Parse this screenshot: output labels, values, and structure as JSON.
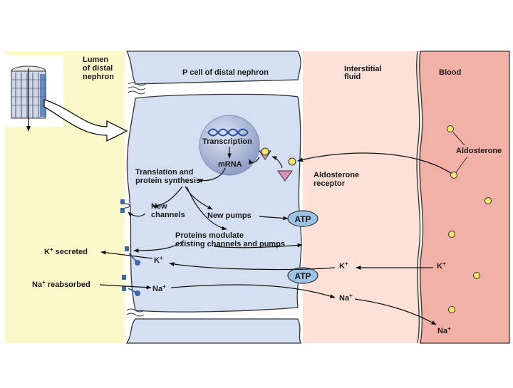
{
  "regions": {
    "lumen": "Lumen\nof distal\nnephron",
    "cell": "P cell of distal nephron",
    "interstitial": "Interstitial\nfluid",
    "blood": "Blood"
  },
  "labels": {
    "transcription": "Transcription",
    "mrna": "mRNA",
    "translation": "Translation and\nprotein synthesis",
    "aldosterone": "Aldosterone",
    "receptor": "Aldosterone\nreceptor",
    "new_channels": "New\nchannels",
    "new_pumps": "New pumps",
    "modulate": "Proteins modulate\nexisting channels and pumps",
    "atp_top": "ATP",
    "atp_bottom": "ATP"
  },
  "ions": {
    "k_secreted": {
      "sym": "K",
      "charge": "+",
      "rest": " secreted"
    },
    "na_reabsorbed": {
      "sym": "Na",
      "charge": "+",
      "rest": " reabsorbed"
    },
    "k_cell": {
      "sym": "K",
      "charge": "+"
    },
    "na_cell": {
      "sym": "Na",
      "charge": "+"
    },
    "k_interstitial": {
      "sym": "K",
      "charge": "+"
    },
    "na_interstitial": {
      "sym": "Na",
      "charge": "+"
    },
    "k_blood": {
      "sym": "K",
      "charge": "+"
    },
    "na_blood": {
      "sym": "Na",
      "charge": "+"
    }
  },
  "colors": {
    "lumen": "#fbf8c9",
    "cell": "#d4e0f2",
    "interstitial": "#fbe1d8",
    "blood": "#f1b0a8",
    "nucleus": "#a9b6d4",
    "molecule": "#f4e66a",
    "receptor": "#d792b5",
    "channel": "#3f66a8",
    "atp": "#9cc2e4"
  }
}
